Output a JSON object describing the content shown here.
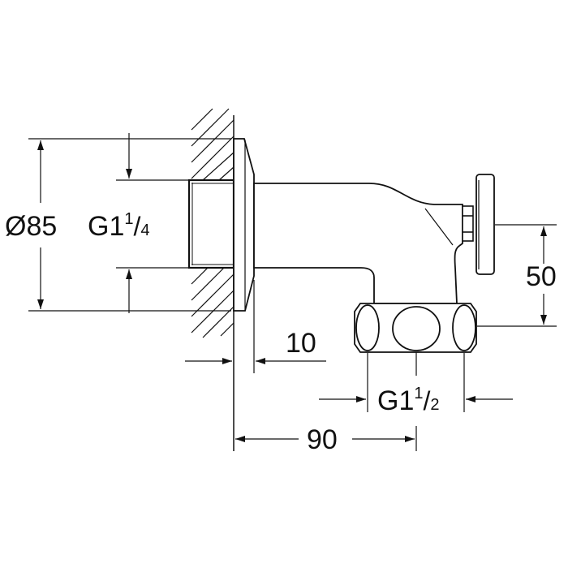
{
  "drawing": {
    "title": "Wall-mounted outlet elbow technical drawing",
    "line_color": "#111111",
    "background": "#ffffff"
  },
  "dimensions": {
    "rosette_diameter": {
      "label": "Ø85"
    },
    "inlet_thread": {
      "main": "G1",
      "sup": "1",
      "slash": "/",
      "sub": "4"
    },
    "rosette_depth": {
      "label": "10"
    },
    "outlet_thread": {
      "main": "G1",
      "sup": "1",
      "slash": "/",
      "sub": "2"
    },
    "projection": {
      "label": "90"
    },
    "height_offset": {
      "label": "50"
    }
  }
}
